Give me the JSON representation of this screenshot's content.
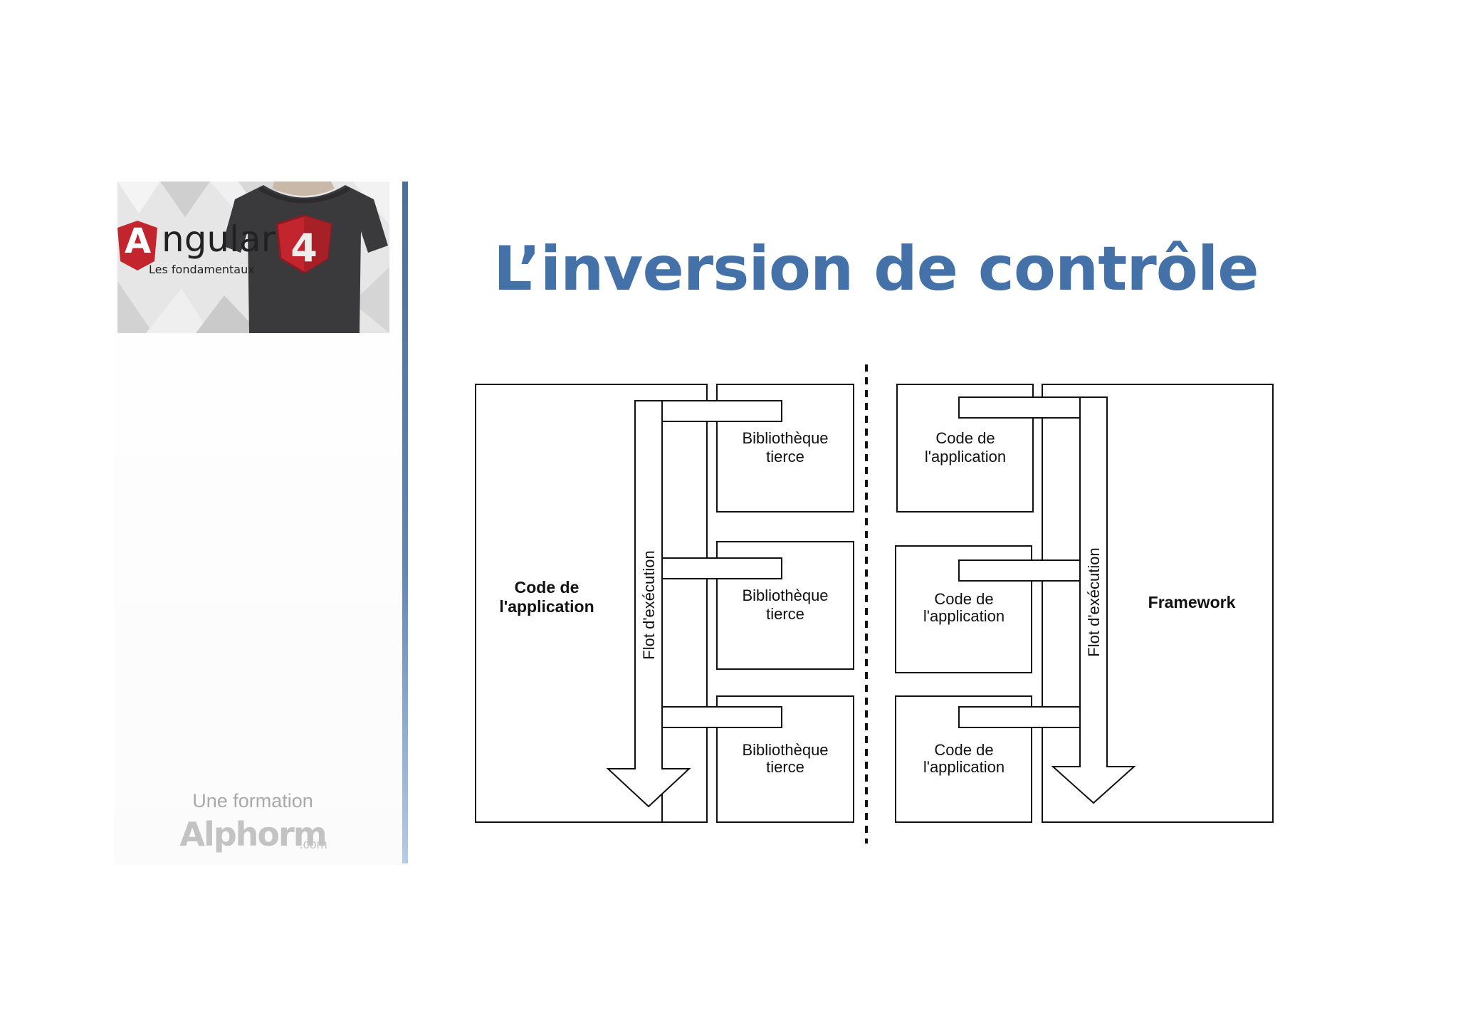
{
  "logo": {
    "brand_initial": "A",
    "brand_rest": "ngular",
    "subtitle": "Les fondamentaux",
    "version": "4"
  },
  "brand": {
    "tagline": "Une formation",
    "name": "Alphorm",
    "tld": ".com"
  },
  "title": "L’inversion de contrôle",
  "diagram": {
    "left": {
      "main_label": [
        "Code de",
        "l'application"
      ],
      "flow_label": "Flot d'exécution",
      "boxes": [
        [
          "Bibliothèque",
          "tierce"
        ],
        [
          "Bibliothèque",
          "tierce"
        ],
        [
          "Bibliothèque",
          "tierce"
        ]
      ]
    },
    "right": {
      "main_label": "Framework",
      "flow_label": "Flot d'exécution",
      "boxes": [
        [
          "Code de",
          "l'application"
        ],
        [
          "Code de",
          "l'application"
        ],
        [
          "Code de",
          "l'application"
        ]
      ]
    }
  },
  "colors": {
    "title": "#4472a8",
    "divider": "#4a6ea0",
    "logo_red": "#c3252f",
    "shirt": "#3a3a3c"
  }
}
